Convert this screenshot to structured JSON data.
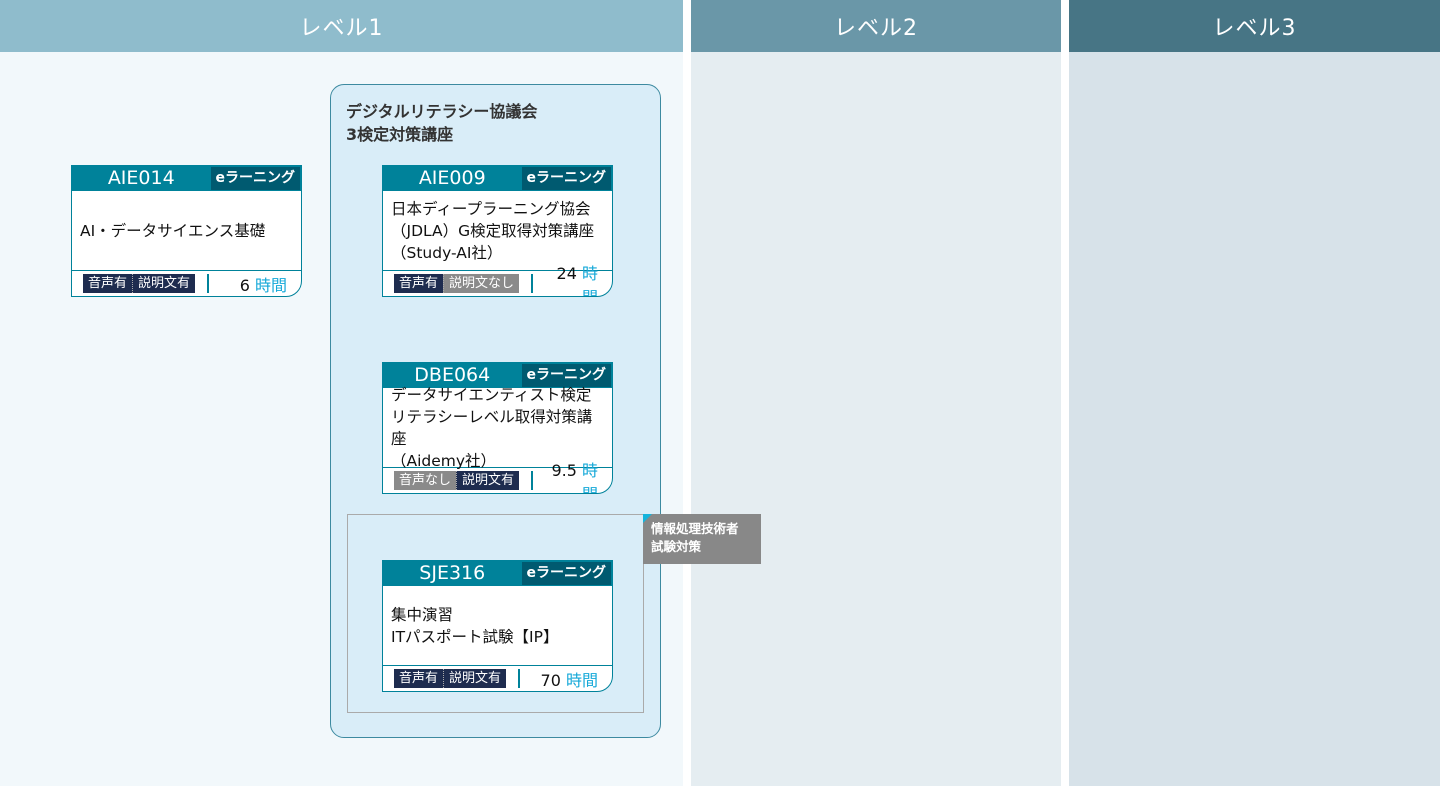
{
  "levels": [
    "レベル1",
    "レベル2",
    "レベル3"
  ],
  "group": {
    "title_line1": "デジタルリテラシー協議会",
    "title_line2": "3検定対策講座"
  },
  "tag": {
    "line1": "情報処理技術者",
    "line2": "試験対策"
  },
  "cards": [
    {
      "code": "AIE014",
      "type": "eラーニング",
      "title": [
        "AI・データサイエンス基礎"
      ],
      "audio": "音声有",
      "audio_on": true,
      "text": "説明文有",
      "text_on": true,
      "hours": "6",
      "unit": "時間"
    },
    {
      "code": "AIE009",
      "type": "eラーニング",
      "title": [
        "日本ディープラーニング協会",
        "（JDLA）G検定取得対策講座",
        "（Study-AI社）"
      ],
      "audio": "音声有",
      "audio_on": true,
      "text": "説明文なし",
      "text_on": false,
      "hours": "24",
      "unit": "時間"
    },
    {
      "code": "DBE064",
      "type": "eラーニング",
      "title": [
        "データサイエンティスト検定",
        "リテラシーレベル取得対策講座",
        "（Aidemy社）"
      ],
      "audio": "音声なし",
      "audio_on": false,
      "text": "説明文有",
      "text_on": true,
      "hours": "9.5",
      "unit": "時間"
    },
    {
      "code": "SJE316",
      "type": "eラーニング",
      "title": [
        "集中演習",
        "ITパスポート試験【IP】"
      ],
      "audio": "音声有",
      "audio_on": true,
      "text": "説明文有",
      "text_on": true,
      "hours": "70",
      "unit": "時間"
    }
  ],
  "colors": {
    "accent": "#00829a",
    "hours_unit": "#14a8d8"
  }
}
